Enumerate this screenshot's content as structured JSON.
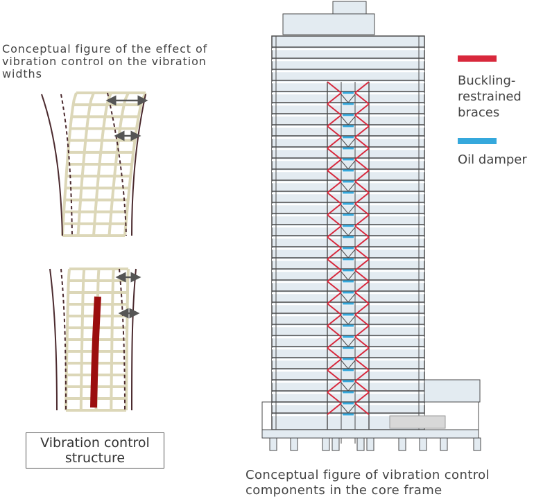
{
  "left": {
    "title": "Conceptual figure of the effect of vibration control on the vibration widths",
    "box_label": "Vibration control structure"
  },
  "right": {
    "caption": "Conceptual figure of vibration control components in the core frame"
  },
  "legend": {
    "items": [
      {
        "label": "Buckling-restrained braces",
        "color": "#d8283c"
      },
      {
        "label": "Oil damper",
        "color": "#35a8dc"
      }
    ]
  },
  "colors": {
    "grid": "#dcd7b8",
    "outline": "#4b2a2e",
    "arrow": "#555555",
    "damper_bar": "#9b0e0e",
    "frame_fill": "#e3ebf1",
    "frame_stroke": "#4a4a4a"
  }
}
